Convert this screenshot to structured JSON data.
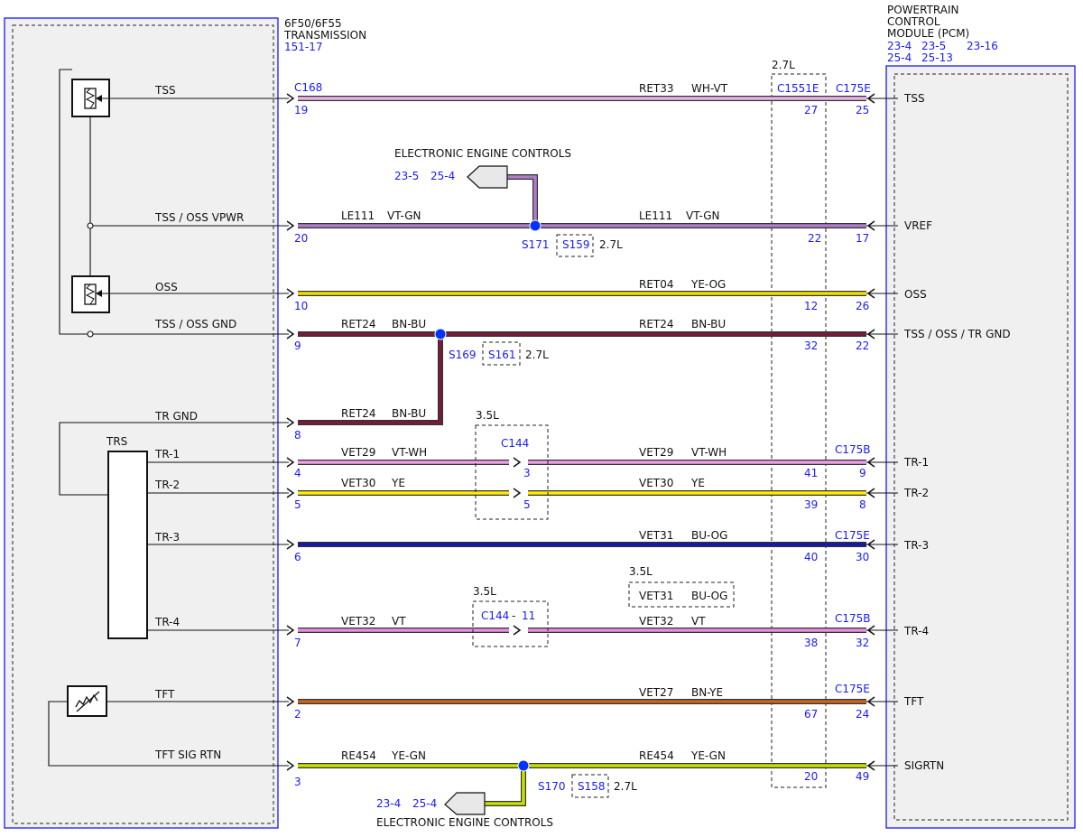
{
  "transmission": {
    "line1": "6F50/6F55",
    "line2": "TRANSMISSION",
    "ref": "151-17"
  },
  "pcm": {
    "line1": "POWERTRAIN",
    "line2": "CONTROL",
    "line3": "MODULE (PCM)",
    "refs": [
      "23-4",
      "23-5",
      "23-16",
      "25-4",
      "25-13"
    ]
  },
  "engine_label": "2.7L",
  "colors": {
    "frame": "#1a1aff",
    "label": "#1a1aff",
    "splice": "#0033ff",
    "wh_vt": "#ecb3e8",
    "vt_gn": "#b07cc8",
    "ye_og": "#f0e000",
    "bn_bu": "#7a1a3a",
    "vt_wh": "#f0a0e8",
    "ye": "#ffee00",
    "bu_og": "#1818b0",
    "vt": "#e890e0",
    "bn_ye": "#c8641e",
    "ye_gn": "#c8e000"
  },
  "wires": [
    {
      "id": "tss",
      "left_label": "TSS",
      "left_pin": "19",
      "left_conn": "C168",
      "circuit": "RET33",
      "color": "WH-VT",
      "c1551_pin": "27",
      "c1551_label": "C1551E",
      "right_conn": "C175E",
      "right_pin": "25",
      "right_label": "TSS"
    },
    {
      "id": "vpwr",
      "left_label": "TSS / OSS VPWR",
      "left_pin": "20",
      "circuit_left": "LE111",
      "color_left": "VT-GN",
      "circuit": "LE111",
      "color": "VT-GN",
      "c1551_pin": "22",
      "right_pin": "17",
      "right_label": "VREF"
    },
    {
      "id": "oss",
      "left_label": "OSS",
      "left_pin": "10",
      "circuit": "RET04",
      "color": "YE-OG",
      "c1551_pin": "12",
      "right_pin": "26",
      "right_label": "OSS"
    },
    {
      "id": "gnd",
      "left_label": "TSS / OSS GND",
      "left_pin": "9",
      "circuit_left": "RET24",
      "color_left": "BN-BU",
      "circuit": "RET24",
      "color": "BN-BU",
      "c1551_pin": "32",
      "right_pin": "22",
      "right_label": "TSS / OSS / TR GND"
    },
    {
      "id": "trgnd",
      "left_label": "TR GND",
      "left_pin": "8",
      "circuit_left": "RET24",
      "color_left": "BN-BU"
    },
    {
      "id": "tr1",
      "left_label": "TR-1",
      "left_pin": "4",
      "circuit_left": "VET29",
      "color_left": "VT-WH",
      "c144_pin": "3",
      "circuit": "VET29",
      "color": "VT-WH",
      "c1551_pin": "41",
      "right_conn": "C175B",
      "right_pin": "9",
      "right_label": "TR-1"
    },
    {
      "id": "tr2",
      "left_label": "TR-2",
      "left_pin": "5",
      "circuit_left": "VET30",
      "color_left": "YE",
      "c144_pin": "5",
      "circuit": "VET30",
      "color": "YE",
      "c1551_pin": "39",
      "right_pin": "8",
      "right_label": "TR-2"
    },
    {
      "id": "tr3",
      "left_label": "TR-3",
      "left_pin": "6",
      "circuit": "VET31",
      "color": "BU-OG",
      "c1551_pin": "40",
      "right_conn": "C175E",
      "right_pin": "30",
      "right_label": "TR-3"
    },
    {
      "id": "tr4",
      "left_label": "TR-4",
      "left_pin": "7",
      "circuit_left": "VET32",
      "color_left": "VT",
      "c144_pin": "11",
      "circuit": "VET32",
      "color": "VT",
      "c1551_pin": "38",
      "right_conn": "C175B",
      "right_pin": "32",
      "right_label": "TR-4"
    },
    {
      "id": "tft",
      "left_label": "TFT",
      "left_pin": "2",
      "circuit": "VET27",
      "color": "BN-YE",
      "c1551_pin": "67",
      "right_conn": "C175E",
      "right_pin": "24",
      "right_label": "TFT"
    },
    {
      "id": "sigrtn",
      "left_label": "TFT SIG RTN",
      "left_pin": "3",
      "circuit_left": "RE454",
      "color_left": "YE-GN",
      "circuit": "RE454",
      "color": "YE-GN",
      "c1551_pin": "20",
      "right_pin": "49",
      "right_label": "SIGRTN"
    }
  ],
  "trs_label": "TRS",
  "c144": {
    "label": "C144",
    "engine": "3.5L"
  },
  "alt_35": {
    "engine": "3.5L",
    "circuit": "VET31",
    "color": "BU-OG"
  },
  "splices": [
    {
      "id": "s171",
      "label": "S171",
      "alt": "S159",
      "engine": "2.7L"
    },
    {
      "id": "s169",
      "label": "S169",
      "alt": "S161",
      "engine": "2.7L"
    },
    {
      "id": "s170",
      "label": "S170",
      "alt": "S158",
      "engine": "2.7L"
    }
  ],
  "eec_top": {
    "label": "ELECTRONIC ENGINE CONTROLS",
    "ref1": "23-5",
    "ref2": "25-4"
  },
  "eec_bottom": {
    "label": "ELECTRONIC ENGINE CONTROLS",
    "ref1": "23-4",
    "ref2": "25-4"
  }
}
